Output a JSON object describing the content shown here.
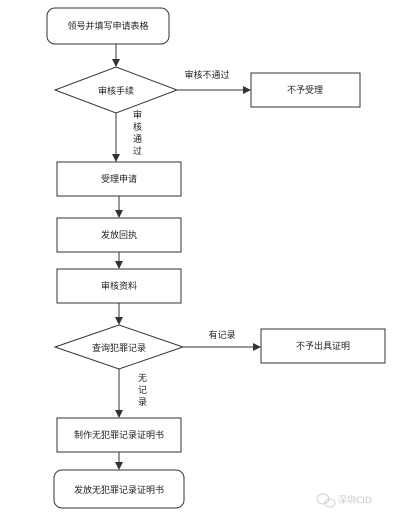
{
  "flowchart": {
    "start": "领号并填写申请表格",
    "review_decision": "审核手续",
    "review_fail_label": "审核不通过",
    "reject": "不予受理",
    "review_pass_label": "审核通过",
    "accept": "受理申请",
    "receipt": "发放回执",
    "verify": "审核资料",
    "record_decision": "查询犯罪记录",
    "has_record_label": "有记录",
    "no_certificate": "不予出具证明",
    "no_record_label": "无记录",
    "make_certificate": "制作无犯罪记录证明书",
    "issue_certificate": "发放无犯罪记录证明书"
  },
  "watermark": {
    "text": "深圳CID",
    "icon": "wechat-icon"
  },
  "colors": {
    "stroke": "#333333",
    "fill": "#ffffff",
    "watermark": "#bbbbbb"
  }
}
